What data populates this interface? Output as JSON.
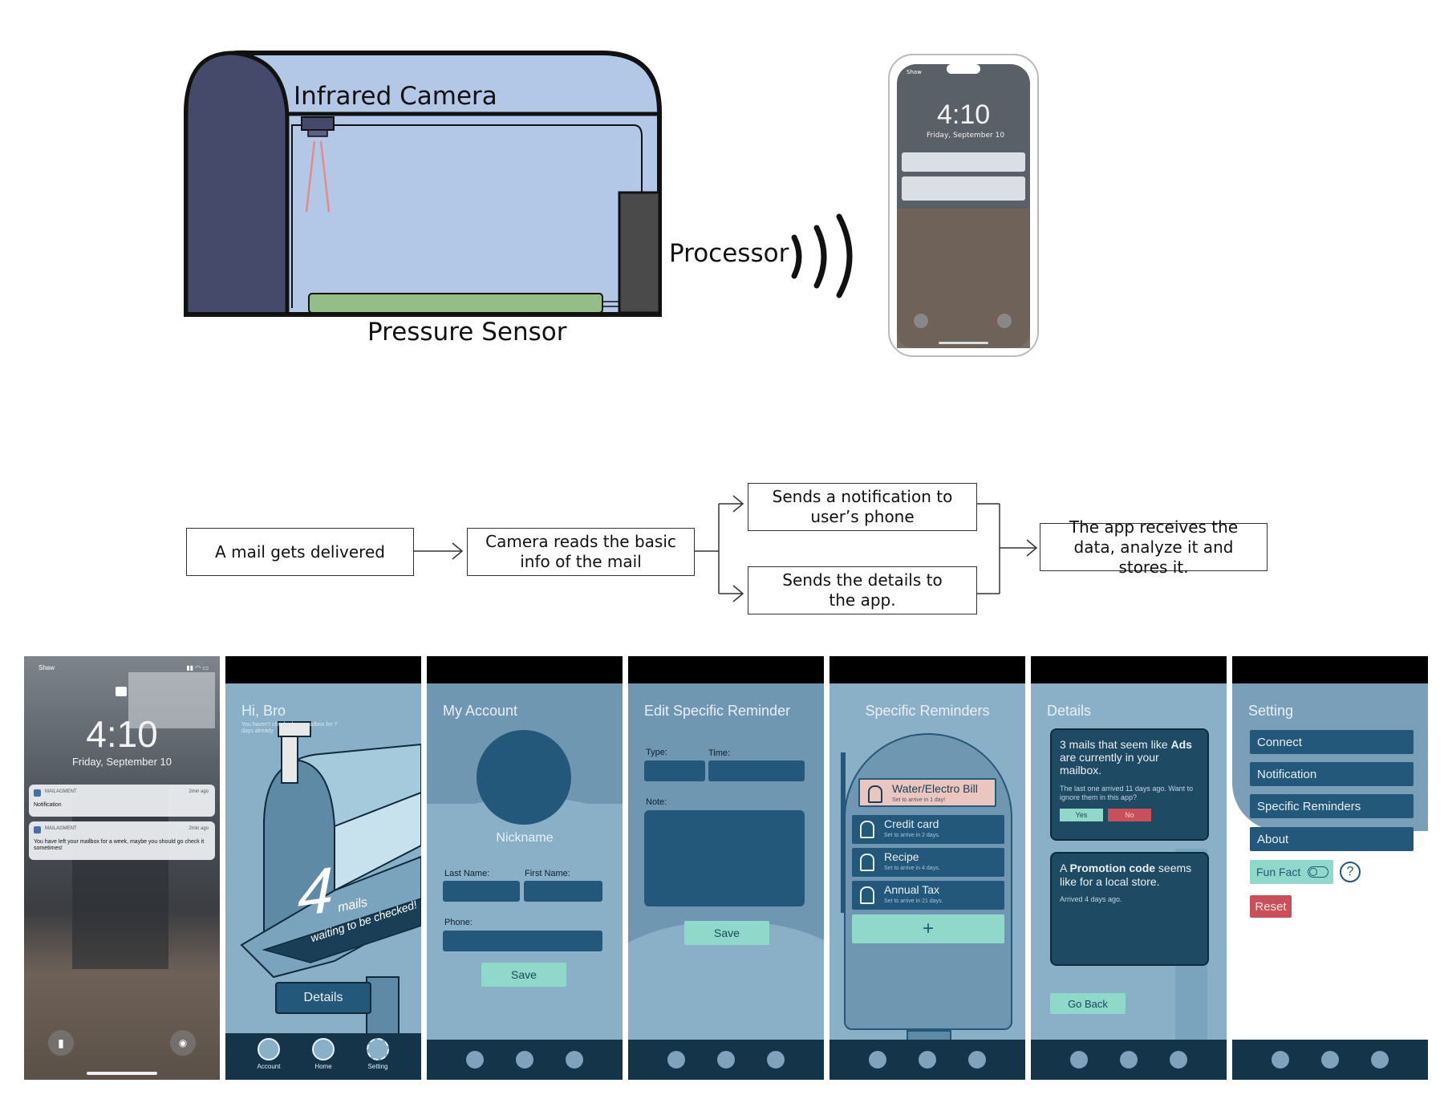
{
  "hardware": {
    "infrared_camera_label": "Infrared Camera",
    "pressure_sensor_label": "Pressure Sensor",
    "processor_label": "Processor",
    "phone": {
      "carrier": "Shaw",
      "time": "4:10",
      "date": "Friday, September 10"
    }
  },
  "flow": {
    "step1": "A mail gets delivered",
    "step2": "Camera reads the basic info of the mail",
    "step3a": "Sends a notification to user’s phone",
    "step3b": "Sends the details to the app.",
    "step4": "The app receives the data, analyze it and stores it."
  },
  "lockscreen": {
    "carrier": "Shaw",
    "time": "4:10",
    "date": "Friday, September 10",
    "notifications": [
      {
        "app": "MAILAGMENT",
        "ago": "2min ago",
        "text": "Notification"
      },
      {
        "app": "MAILAGMENT",
        "ago": "2min ago",
        "text": "You have left your mailbox for a week, maybe you should go check it sometimes!"
      }
    ]
  },
  "home_screen": {
    "greeting": "Hi, Bro",
    "subtext": "You haven't checked you mailbox for 7 days already",
    "count": "4",
    "mails_label": "mails",
    "waiting_label": "waiting to be checked!",
    "details_button": "Details",
    "nav": [
      "Account",
      "Home",
      "Setting"
    ]
  },
  "account_screen": {
    "title": "My Account",
    "nickname": "Nickname",
    "last_name_label": "Last Name:",
    "first_name_label": "First Name:",
    "phone_label": "Phone:",
    "save_button": "Save"
  },
  "edit_reminder_screen": {
    "title": "Edit Specific Reminder",
    "type_label": "Type:",
    "time_label": "Time:",
    "note_label": "Note:",
    "save_button": "Save"
  },
  "reminders_screen": {
    "title": "Specific Reminders",
    "items": [
      {
        "title": "Water/Electro Bill",
        "sub": "Set to arrive in 1 day!"
      },
      {
        "title": "Credit card",
        "sub": "Set to arrive in 2 days."
      },
      {
        "title": "Recipe",
        "sub": "Set to arrive in 4 days."
      },
      {
        "title": "Annual Tax",
        "sub": "Set to arrive in 21 days."
      }
    ],
    "add_symbol": "+"
  },
  "details_screen": {
    "title": "Details",
    "card1_pre": "3 mails that seem like",
    "card1_bold": "Ads",
    "card1_post": "are currently in your mailbox.",
    "card1_note": "The last one arrived 11 days ago. Want to ignore them in this app?",
    "yes": "Yes",
    "no": "No",
    "card2_pre": "A",
    "card2_bold": "Promotion code",
    "card2_post": "seems like for a local store.",
    "card2_note": "Arrived 4 days ago.",
    "go_back": "Go Back"
  },
  "setting_screen": {
    "title": "Setting",
    "items": [
      "Connect",
      "Notification",
      "Specific Reminders",
      "About"
    ],
    "fun_fact": "Fun Fact",
    "help_symbol": "?",
    "reset": "Reset"
  },
  "colors": {
    "screen_bg": "#7a9fb8",
    "dark_blue": "#24587a",
    "navy": "#14344a",
    "mint": "#8fd8ca",
    "reset_red": "#c9505a",
    "mailbox_blue": "#b3c7e6",
    "mailbox_dark": "#454a6a",
    "sensor_green": "#93bf86"
  }
}
